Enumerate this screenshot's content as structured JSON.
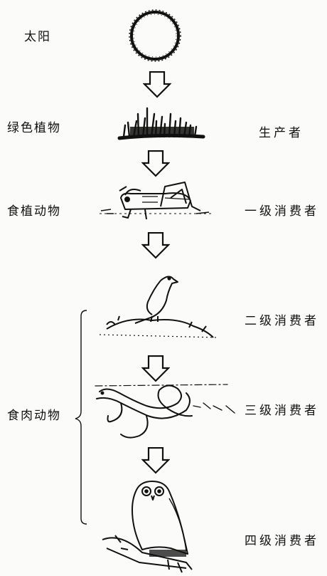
{
  "left_labels": {
    "sun": "太阳",
    "green_plants": "绿色植物",
    "herbivores": "食植动物",
    "carnivores": "食肉动物"
  },
  "right_labels": {
    "producer": "生产者",
    "primary_consumer": "一级消费者",
    "secondary_consumer": "二级消费者",
    "tertiary_consumer": "三级消费者",
    "quaternary_consumer": "四级消费者"
  },
  "icons": [
    "sun-icon",
    "grass-icon",
    "grasshopper-icon",
    "bird-icon",
    "snake-icon",
    "owl-icon",
    "down-arrow-icon"
  ],
  "colors": {
    "ink": "#111111",
    "background": "#fbfbf9"
  }
}
